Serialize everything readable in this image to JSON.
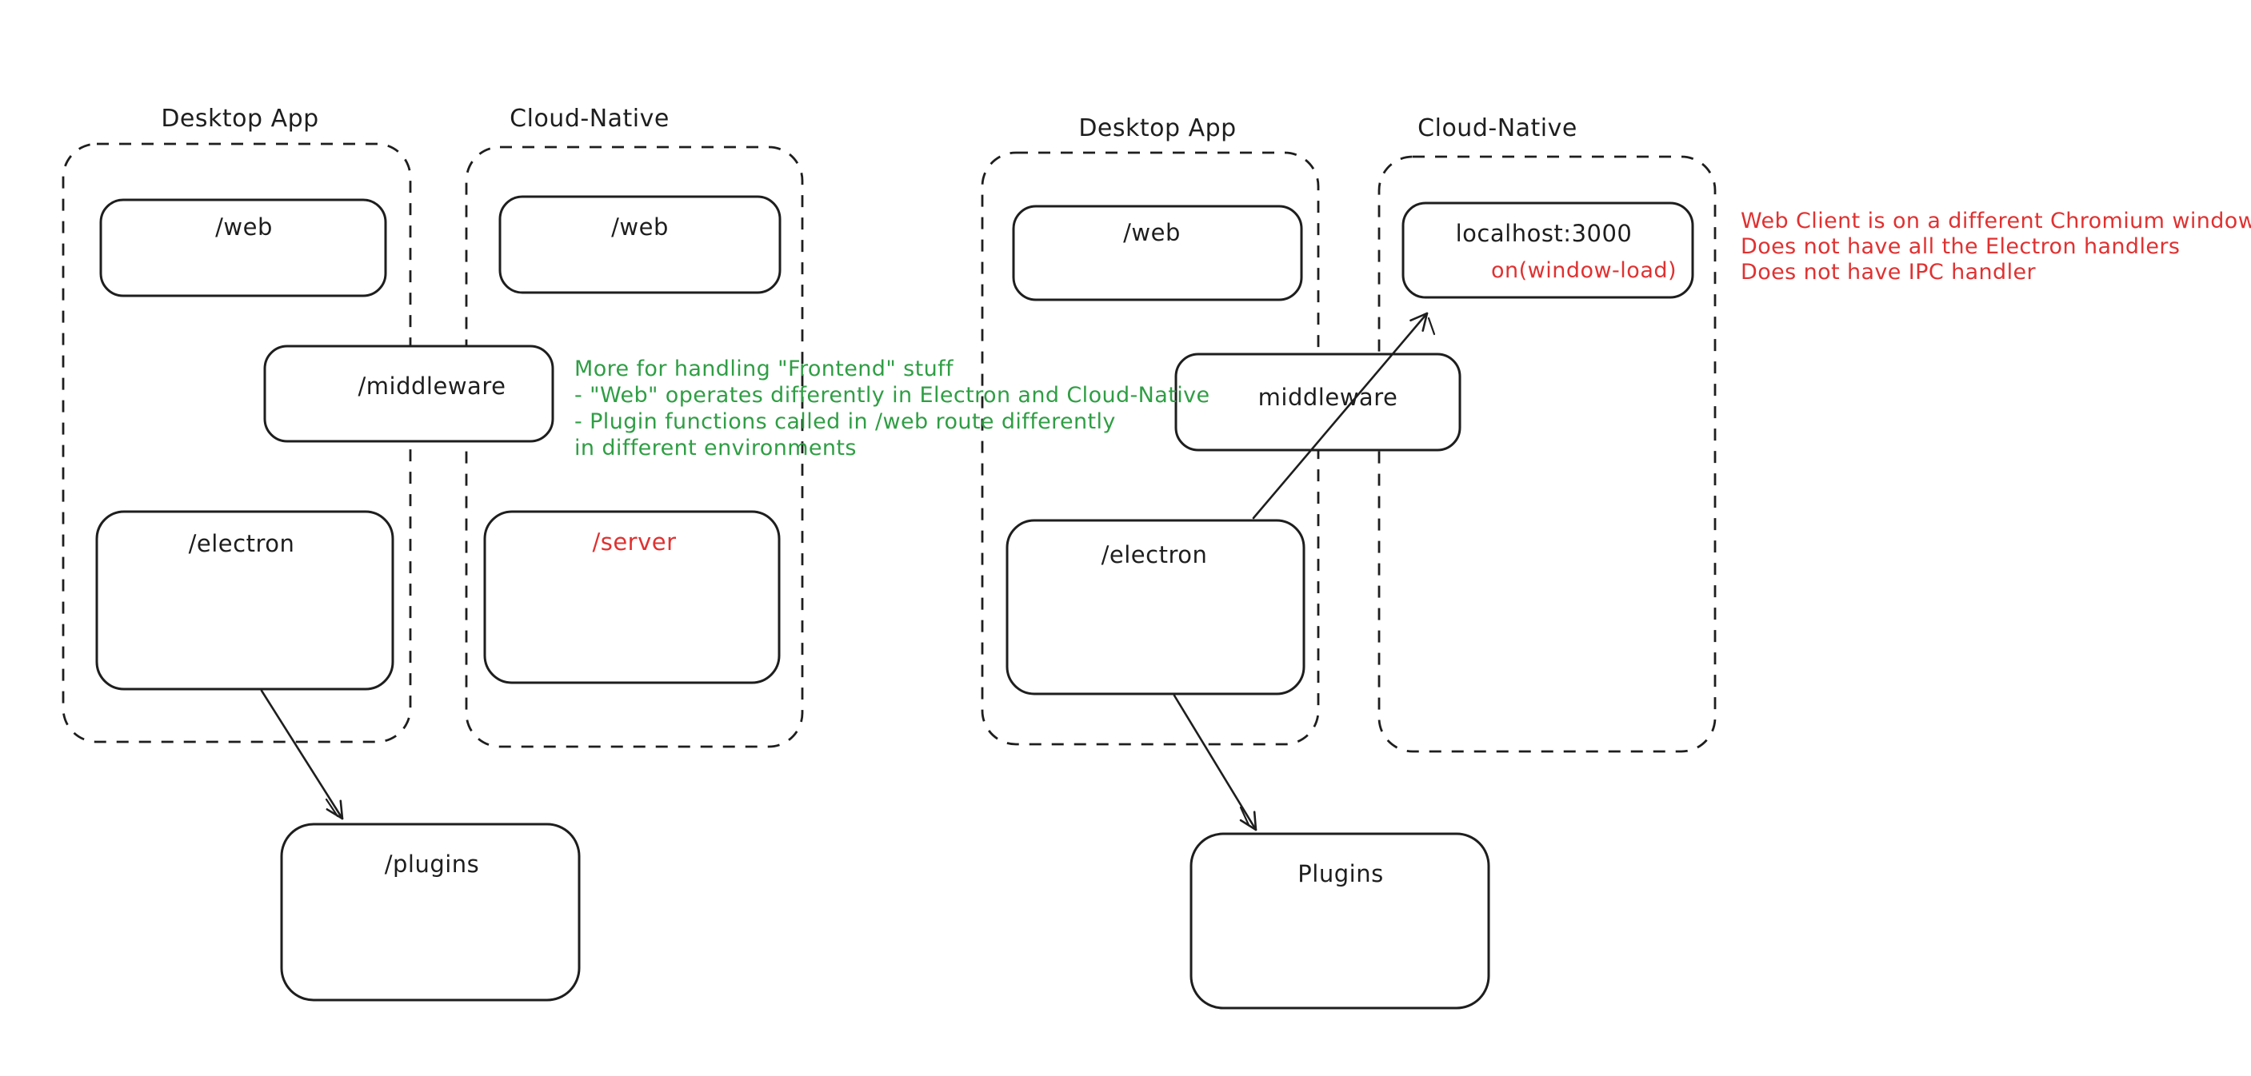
{
  "colors": {
    "stroke": "#1e1e1e",
    "annotation_green": "#2f9e44",
    "annotation_red": "#e03131",
    "background": "#ffffff"
  },
  "left_diagram": {
    "desktop": {
      "label": "Desktop App",
      "web_box": "/web",
      "electron_box": "/electron"
    },
    "cloud": {
      "label": "Cloud-Native",
      "web_box": "/web",
      "server_box": "/server"
    },
    "middleware_box": "/middleware",
    "plugins_box": "/plugins"
  },
  "right_diagram": {
    "desktop": {
      "label": "Desktop App",
      "web_box": "/web",
      "electron_box": "/electron"
    },
    "cloud": {
      "label": "Cloud-Native",
      "localhost_box": "localhost:3000",
      "on_window_load": "on(window-load)"
    },
    "middleware_box": "middleware",
    "plugins_box": "Plugins"
  },
  "notes": {
    "frontend_note": {
      "color": "#2f9e44",
      "lines": [
        "More for handling \"Frontend\" stuff",
        "- \"Web\" operates differently in Electron and Cloud-Native",
        "- Plugin functions called in /web route differently",
        "in different environments"
      ]
    },
    "web_client_note": {
      "color": "#e03131",
      "lines": [
        "Web Client is on a different Chromium window",
        "Does not have all the Electron handlers",
        "Does not have IPC handler"
      ]
    }
  }
}
